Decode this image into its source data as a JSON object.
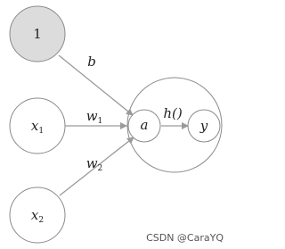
{
  "nodes": {
    "bias": "1",
    "x1": {
      "base": "x",
      "sub": "1"
    },
    "x2": {
      "base": "x",
      "sub": "2"
    },
    "a": "a",
    "y": "y"
  },
  "edges": {
    "bias_weight": "b",
    "w1": {
      "base": "w",
      "sub": "1"
    },
    "w2": {
      "base": "w",
      "sub": "2"
    },
    "activation": "h()"
  },
  "watermark": "CSDN @CaraYQ",
  "colors": {
    "bias_fill": "#dcdcdc",
    "stroke": "#8a8a8a",
    "edge": "#9a9a9a"
  }
}
